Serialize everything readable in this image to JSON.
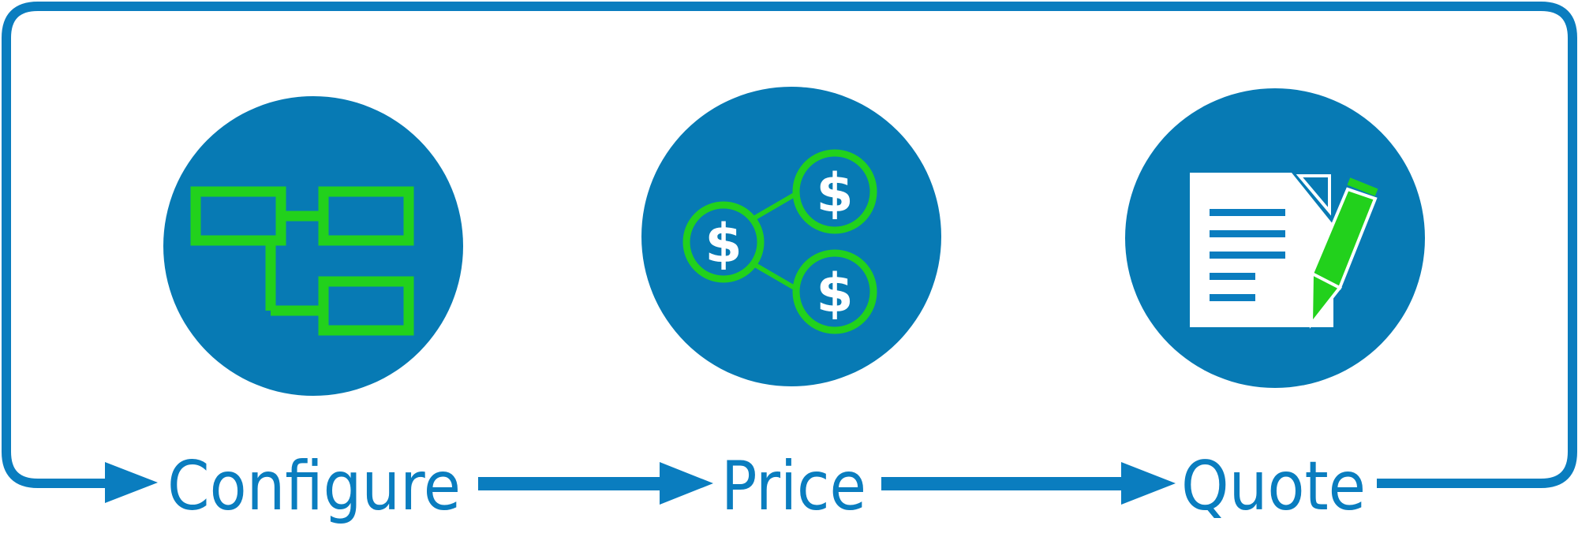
{
  "colors": {
    "blue": "#0a7dbf",
    "circle_blue": "#077ab4",
    "green": "#22d11c",
    "white": "#ffffff"
  },
  "steps": [
    {
      "label": "Configure",
      "icon": "configuration-boxes-icon"
    },
    {
      "label": "Price",
      "icon": "dollar-network-icon"
    },
    {
      "label": "Quote",
      "icon": "document-pen-icon"
    }
  ]
}
